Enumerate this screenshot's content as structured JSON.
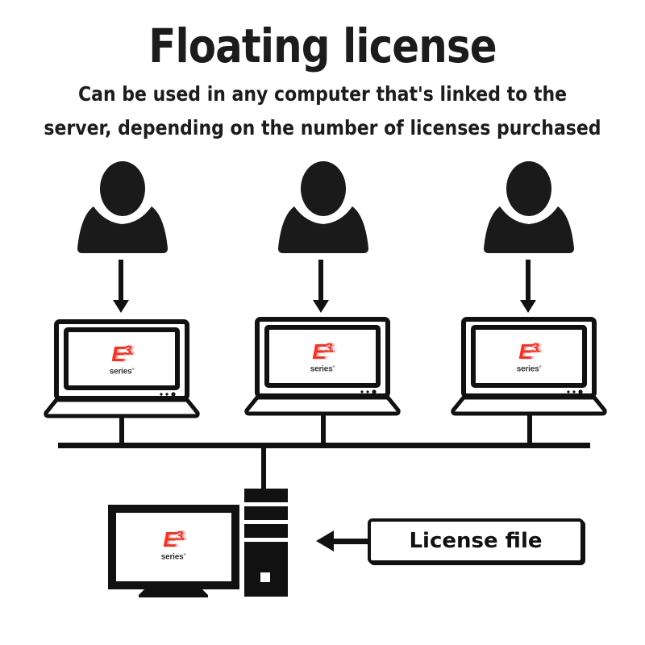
{
  "header": {
    "title": "Floating license",
    "subtitle_line1": "Can be used in any computer that's linked to the",
    "subtitle_line2": "server, depending on the number of licenses purchased"
  },
  "clients": [
    {
      "user_icon": "user-icon",
      "logo": {
        "mark": "E",
        "superscript": "3.",
        "word": "series",
        "reg": "®"
      }
    },
    {
      "user_icon": "user-icon",
      "logo": {
        "mark": "E",
        "superscript": "3.",
        "word": "series",
        "reg": "®"
      }
    },
    {
      "user_icon": "user-icon",
      "logo": {
        "mark": "E",
        "superscript": "3.",
        "word": "series",
        "reg": "®"
      }
    }
  ],
  "server": {
    "logo": {
      "mark": "E",
      "superscript": "3.",
      "word": "series",
      "reg": "®"
    }
  },
  "license_box": {
    "label": "License file"
  },
  "colors": {
    "ink": "#111111",
    "logo_red": "#e8362a",
    "logo_gray": "#333333",
    "background": "#ffffff"
  }
}
